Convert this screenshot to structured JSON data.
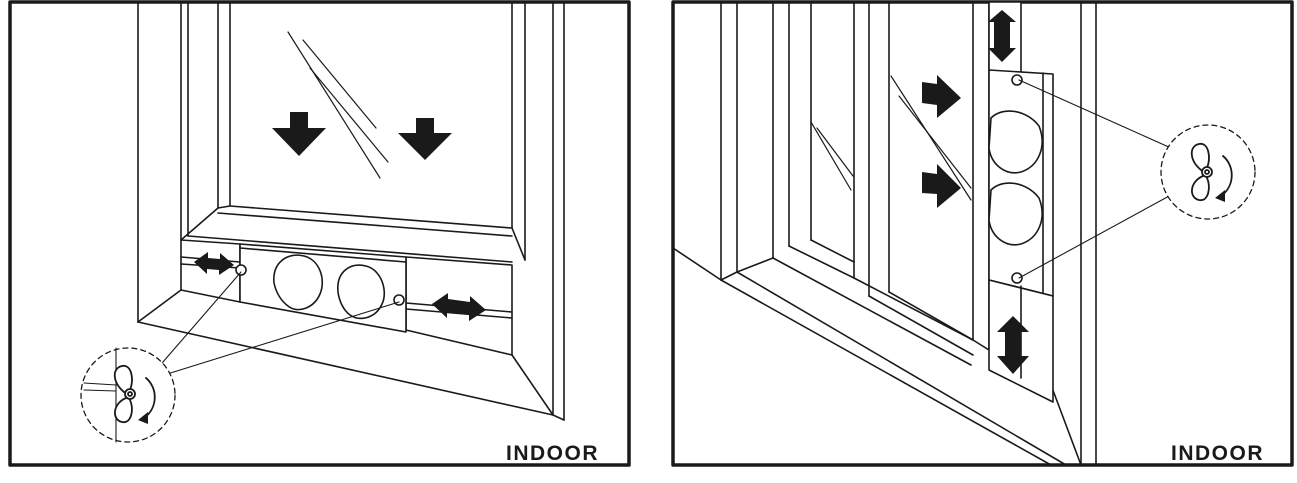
{
  "panels": [
    {
      "id": "window-sill",
      "label": "INDOOR"
    },
    {
      "id": "sliding-door",
      "label": "INDOOR"
    }
  ],
  "icons": [
    "arrow-down-icon",
    "double-arrow-horizontal-icon",
    "double-arrow-vertical-icon",
    "arrow-right-icon",
    "wing-screw-icon",
    "rotate-clockwise-icon"
  ],
  "colors": {
    "line": "#1a1a1a",
    "fill": "#ffffff",
    "arrow": "#1a1a1a"
  }
}
